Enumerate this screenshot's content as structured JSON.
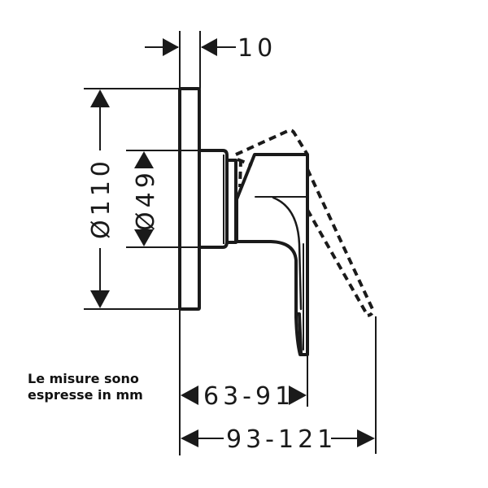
{
  "drawing": {
    "title": "Shower mixer dimensional drawing",
    "colors": {
      "line": "#1a1a1a",
      "background": "#ffffff"
    }
  },
  "dimensions": {
    "plate_thickness": "10",
    "plate_diameter": "Ø110",
    "body_diameter": "Ø49",
    "projection_handle": "63-91",
    "projection_total": "93-121"
  },
  "note": {
    "line1": "Le misure sono",
    "line2": "espresse in mm"
  }
}
